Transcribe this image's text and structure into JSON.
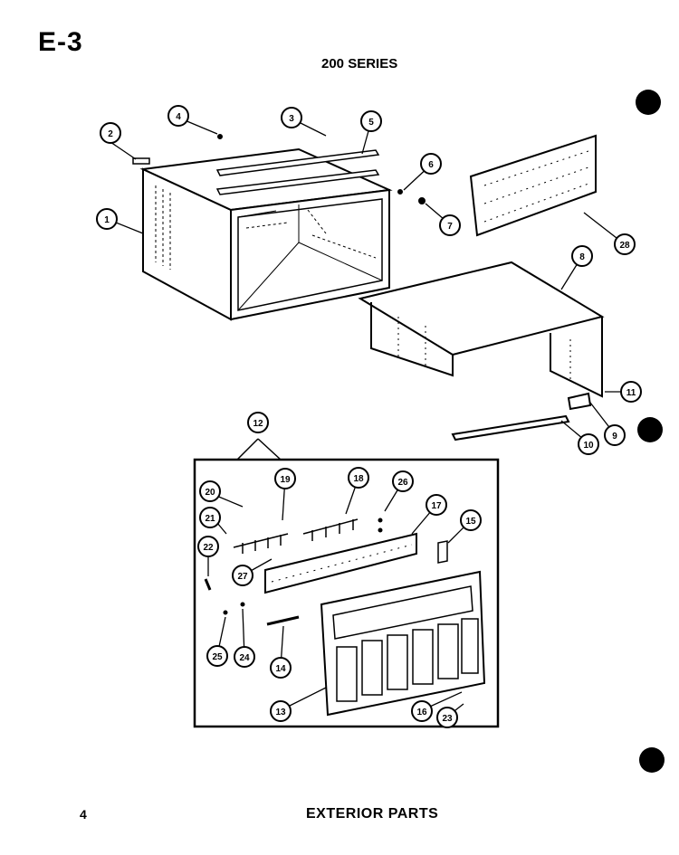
{
  "header": {
    "page_code": "E-3",
    "series": "200 SERIES"
  },
  "footer": {
    "page_number": "4",
    "title": "EXTERIOR PARTS"
  },
  "callouts": [
    "1",
    "2",
    "3",
    "4",
    "5",
    "6",
    "7",
    "8",
    "9",
    "10",
    "11",
    "12",
    "13",
    "14",
    "15",
    "16",
    "17",
    "18",
    "19",
    "20",
    "21",
    "22",
    "23",
    "24",
    "25",
    "26",
    "27",
    "28"
  ]
}
